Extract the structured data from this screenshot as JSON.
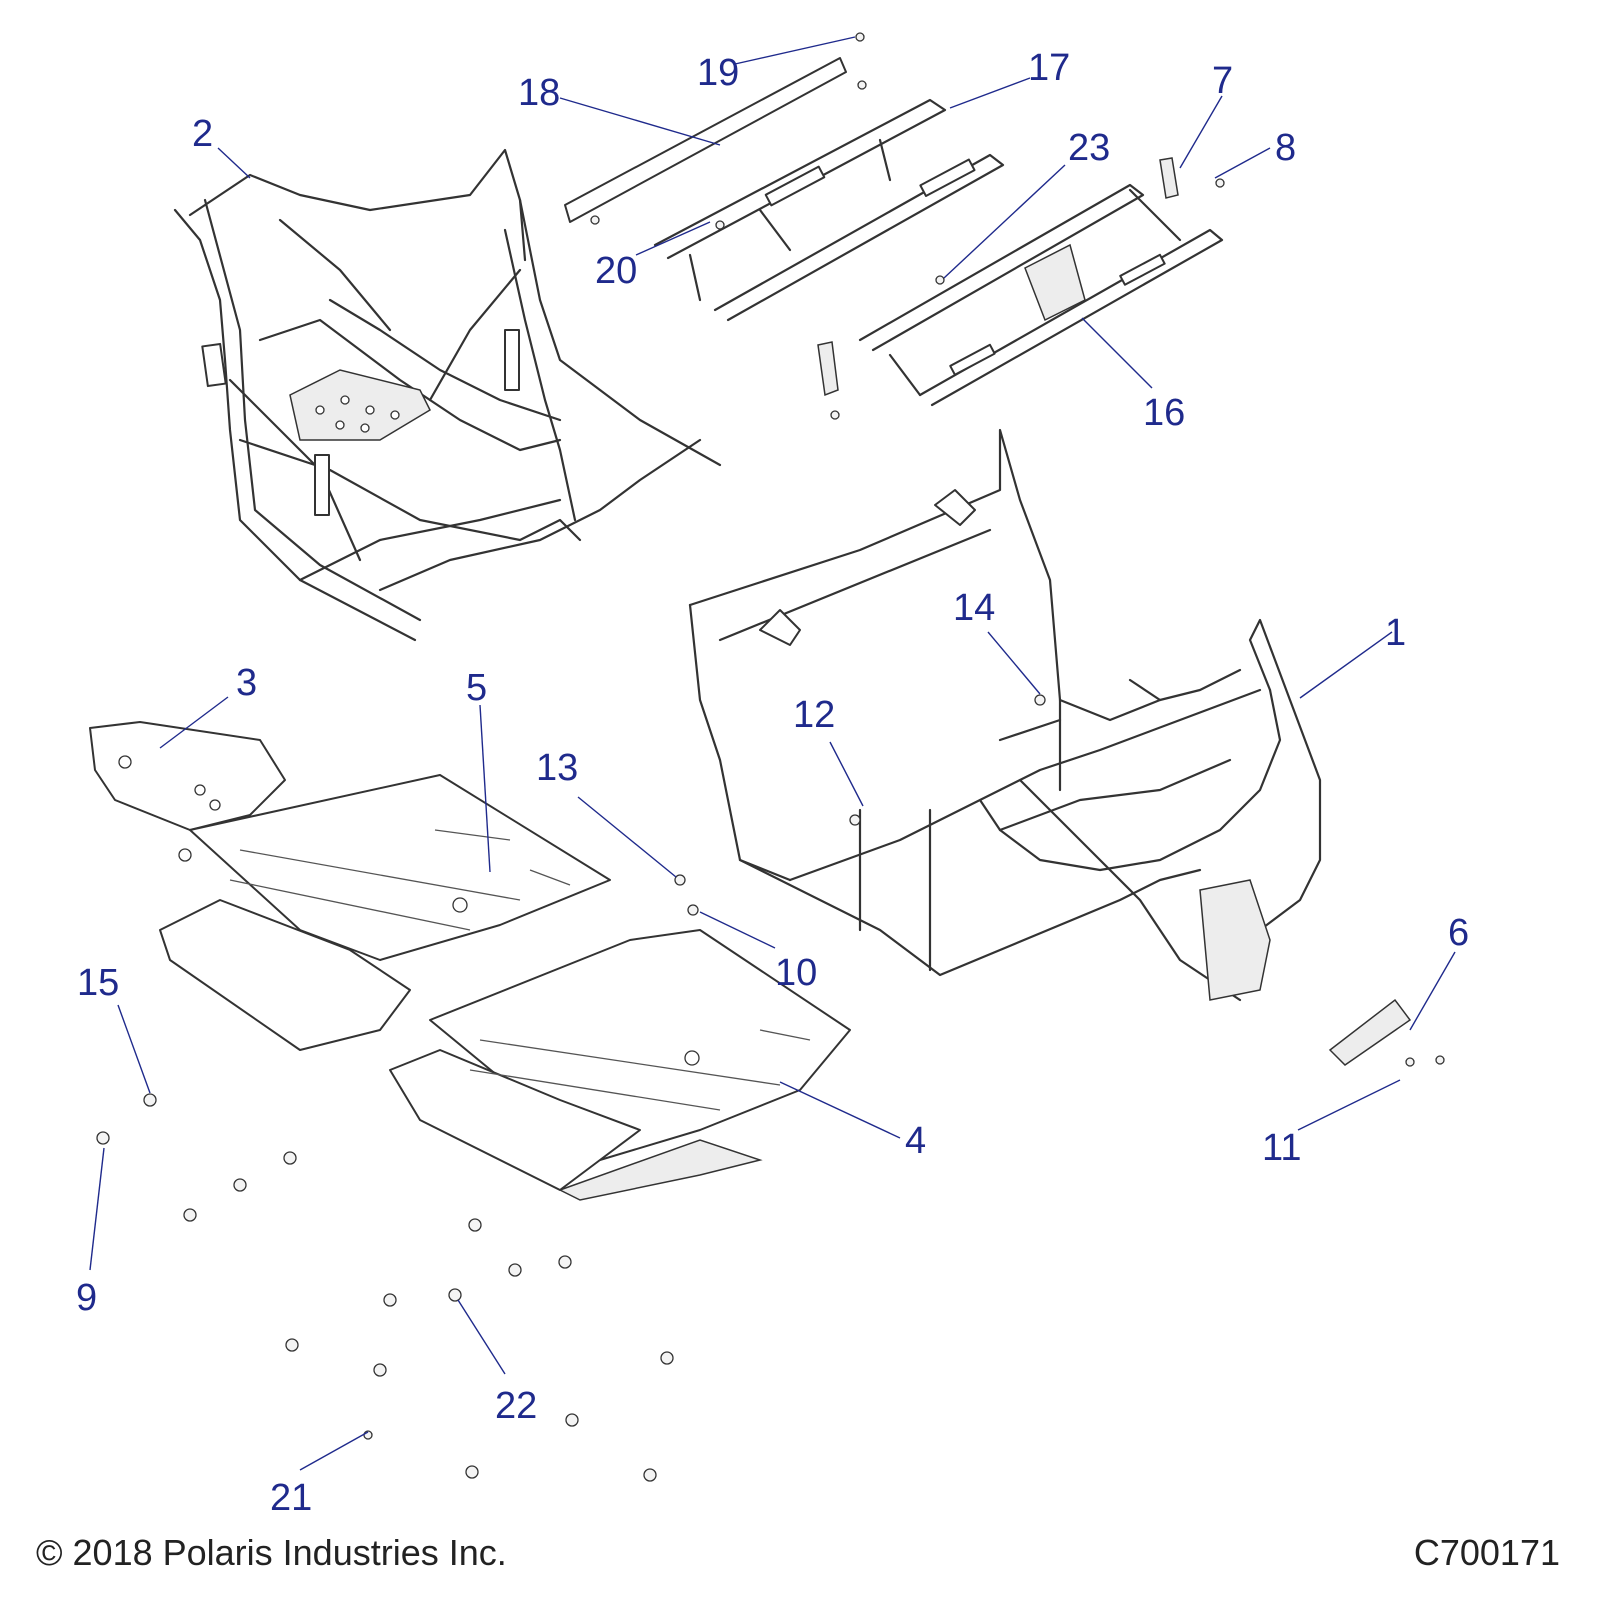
{
  "callouts": [
    "1",
    "2",
    "3",
    "4",
    "5",
    "6",
    "7",
    "8",
    "9",
    "10",
    "11",
    "12",
    "13",
    "14",
    "15",
    "16",
    "17",
    "18",
    "19",
    "20",
    "21",
    "22",
    "23"
  ],
  "footer": {
    "copyright": "© 2018 Polaris Industries Inc.",
    "drawing_id": "C700171"
  },
  "colors": {
    "callout": "#1f2a8c",
    "line": "#333333"
  }
}
